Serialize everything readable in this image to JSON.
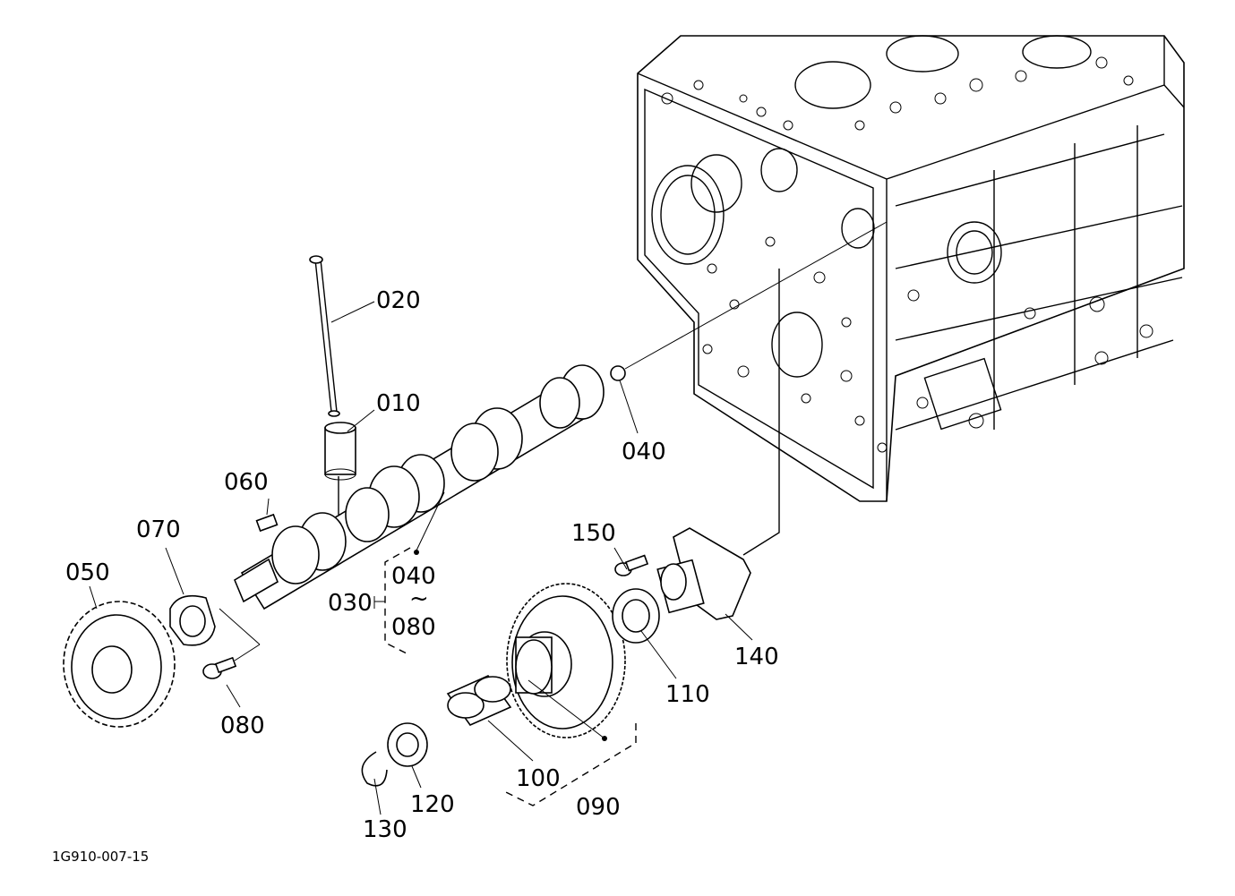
{
  "diagram": {
    "drawing_code": "1G910-007-15",
    "callouts": {
      "c010": "010",
      "c020": "020",
      "c030": "030",
      "c040": "040",
      "c040_range": "040",
      "c050": "050",
      "c060": "060",
      "c070": "070",
      "c080": "080",
      "c080_range": "080",
      "c090": "090",
      "c100": "100",
      "c110": "110",
      "c120": "120",
      "c130": "130",
      "c140": "140",
      "c150": "150",
      "range_tilde": "~"
    }
  }
}
